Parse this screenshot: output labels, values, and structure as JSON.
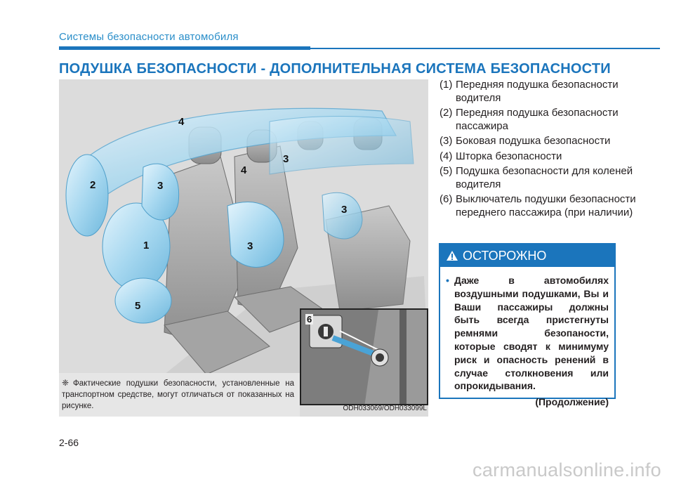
{
  "header": {
    "section_title": "Системы безопасности автомобиля",
    "heading": "ПОДУШКА БЕЗОПАСНОСТИ - ДОПОЛНИТЕЛЬНАЯ СИСТЕМА БЕЗОПАСНОСТИ"
  },
  "figure": {
    "callouts": [
      "1",
      "2",
      "3",
      "3",
      "3",
      "3",
      "4",
      "4",
      "5",
      "6"
    ],
    "caption_icon": "❈",
    "caption": "Фактические подушки безопасности, установленные на транспортном средстве, могут отличаться от показанных на рисунке.",
    "code": "ODH033069/ODH033099L"
  },
  "legend": [
    {
      "num": "(1)",
      "text": "Передняя подушка безопасности водителя"
    },
    {
      "num": "(2)",
      "text": "Передняя подушка безопасности пассажира"
    },
    {
      "num": "(3)",
      "text": "Боковая подушка безопасности"
    },
    {
      "num": "(4)",
      "text": "Шторка безопасности"
    },
    {
      "num": "(5)",
      "text": "Подушка безопасности для коленей водителя"
    },
    {
      "num": "(6)",
      "text": "Выключатель подушки безопасности переднего пассажира (при наличии)"
    }
  ],
  "caution": {
    "title": "ОСТОРОЖНО",
    "icon": "warning-triangle-icon",
    "bullet": "Даже в автомобилях воздушными подушками, Вы и Ваши пассажиры должны быть всегда пристегнуты ремнями безопаности, которые сводят к минимуму риск и опасность ренений в случае столкновения или опрокидывания.",
    "continued": "(Продолжение)"
  },
  "page_number": "2-66",
  "watermark": "carmanualsonline.info",
  "colors": {
    "accent": "#1b75bc",
    "section_title": "#2a8ec9",
    "figure_bg": "#dcdcdc",
    "airbag": "#9fd4ee"
  }
}
